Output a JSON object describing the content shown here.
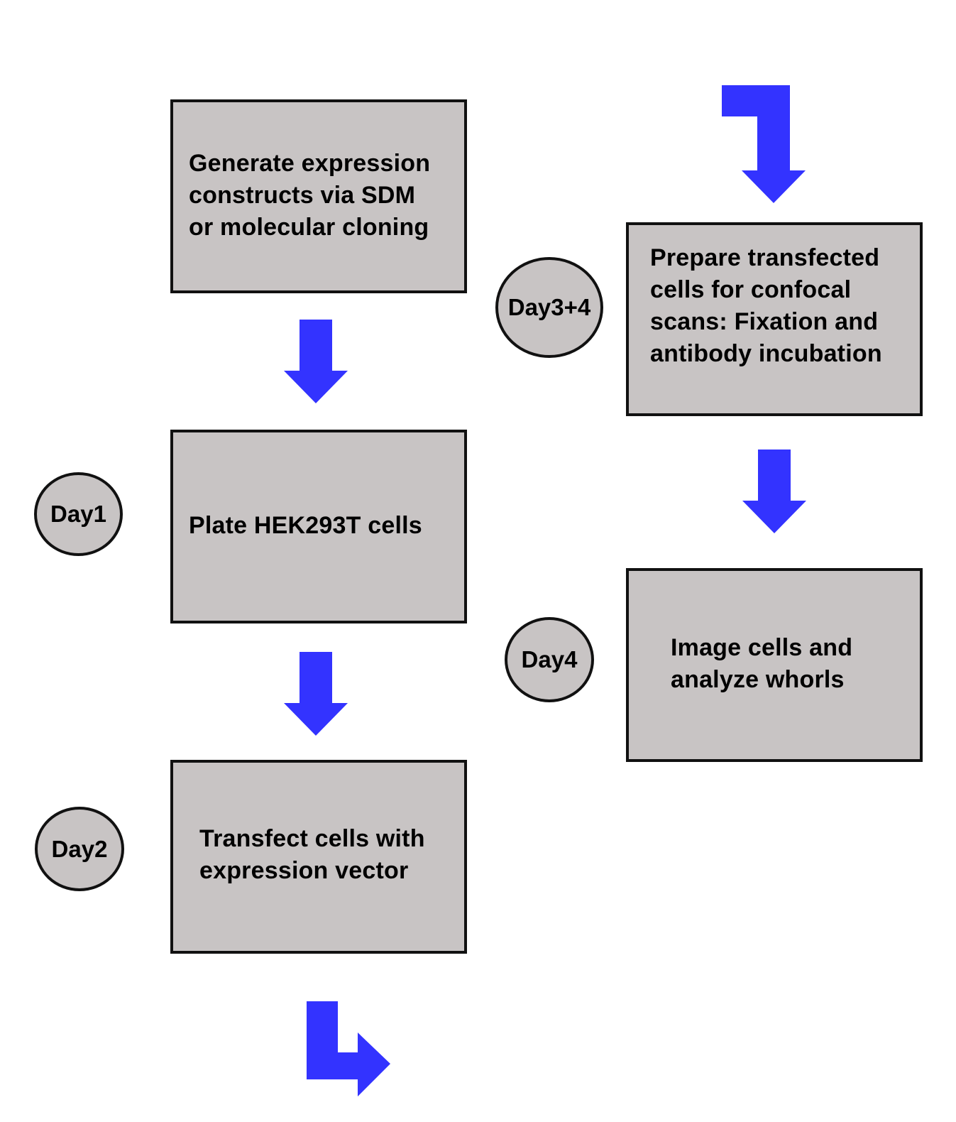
{
  "colors": {
    "box_fill": "#c8c4c4",
    "box_border": "#111111",
    "arrow": "#3333ff",
    "text": "#000000"
  },
  "steps": [
    {
      "lines": [
        "Generate expression",
        "constructs via SDM",
        "or molecular cloning"
      ]
    },
    {
      "lines": [
        "Plate HEK293T cells"
      ]
    },
    {
      "lines": [
        "Transfect cells with",
        "expression vector"
      ]
    },
    {
      "lines": [
        "Prepare transfected",
        "cells for confocal",
        "scans: Fixation and",
        "antibody incubation"
      ]
    },
    {
      "lines": [
        "Image cells and",
        "analyze whorls"
      ]
    }
  ],
  "days": [
    {
      "label": "Day1"
    },
    {
      "label": "Day2"
    },
    {
      "label": "Day3+4"
    },
    {
      "label": "Day4"
    }
  ]
}
